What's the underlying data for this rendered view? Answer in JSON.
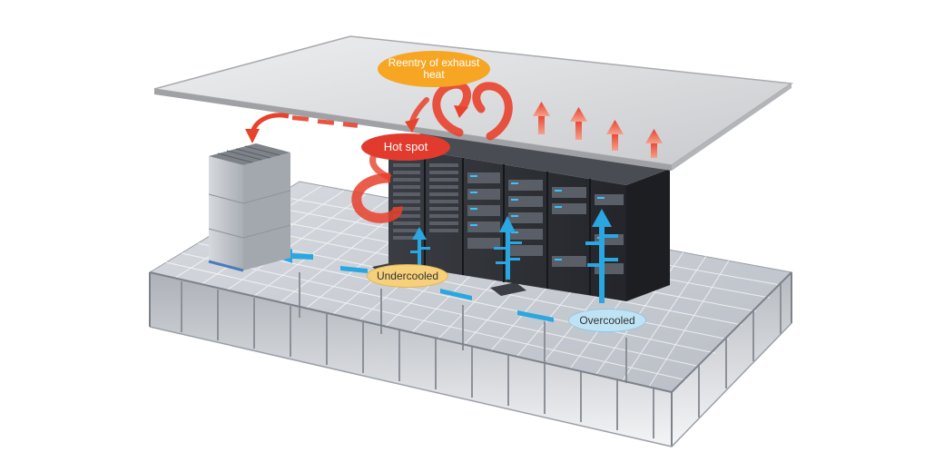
{
  "labels": {
    "reentry": "Reentry of exhaust heat",
    "hot_spot": "Hot spot",
    "undercooled": "Undercooled",
    "overcooled": "Overcooled"
  },
  "colors": {
    "hot_air": "#e8412c",
    "cold_air": "#2aa7e0",
    "reentry_badge": "#f6a623",
    "hot_spot_badge": "#e23b2e",
    "undercooled_badge": "#f6d07a",
    "overcooled_badge": "#bfe3f4",
    "ceiling": "#dcdde0",
    "floor": "#c9ccd2",
    "rack": "#2d2f34",
    "crac_unit": "#c3c7cd"
  },
  "icons": [
    "ceiling-panel",
    "raised-floor",
    "crac-unit",
    "server-rack",
    "floor-vent-grille",
    "hot-air-arrow",
    "cold-air-arrow"
  ]
}
